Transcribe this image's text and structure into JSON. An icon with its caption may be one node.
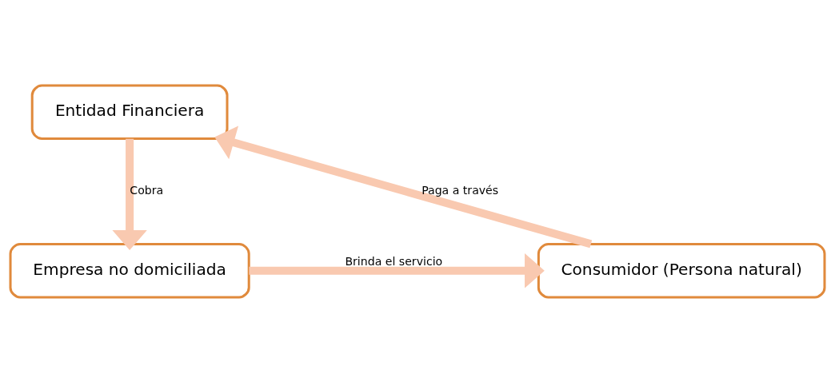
{
  "diagram": {
    "nodes": [
      {
        "text": [
          "Entidad Financiera"
        ]
      },
      {
        "text": [
          "Empresa no domiciliada"
        ]
      },
      {
        "text": [
          "Consumidor (Persona natural)"
        ]
      }
    ],
    "edges": [
      {
        "from": 0,
        "to": 1,
        "arrow": "to",
        "label": "Cobra"
      },
      {
        "from": 1,
        "to": 2,
        "arrow": "to",
        "label": "Brinda el servicio"
      },
      {
        "from": 2,
        "to": 0,
        "arrow": "to",
        "label": "Paga a través"
      }
    ]
  }
}
